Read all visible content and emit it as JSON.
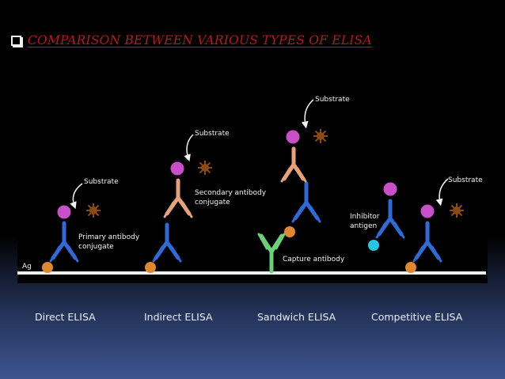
{
  "title": "COMPARISON BETWEEN VARIOUS TYPES OF ELISA",
  "colors": {
    "title": "#c0151b",
    "antibody_blue": "#2f6bd8",
    "secondary_antibody": "#e8a27a",
    "capture_antibody": "#6cd07a",
    "enzyme": "#c94fc8",
    "substrate": "#8a4a12",
    "antigen": "#e0882f",
    "inhibitor_antigen": "#23c6e6"
  },
  "diagram": {
    "surface_label": "Ag",
    "labels": {
      "direct_substrate": "Substrate",
      "direct_conjugate_1": "Primary antibody",
      "direct_conjugate_2": "conjugate",
      "indirect_substrate": "Substrate",
      "indirect_conjugate_1": "Secondary antibody",
      "indirect_conjugate_2": "conjugate",
      "sandwich_substrate": "Substrate",
      "sandwich_capture": "Capture antibody",
      "competitive_inhibitor_1": "Inhibitor",
      "competitive_inhibitor_2": "antigen",
      "competitive_substrate": "Substrate"
    }
  },
  "captions": {
    "direct": "Direct ELISA",
    "indirect": "Indirect ELISA",
    "sandwich": "Sandwich ELISA",
    "competitive": "Competitive ELISA"
  }
}
